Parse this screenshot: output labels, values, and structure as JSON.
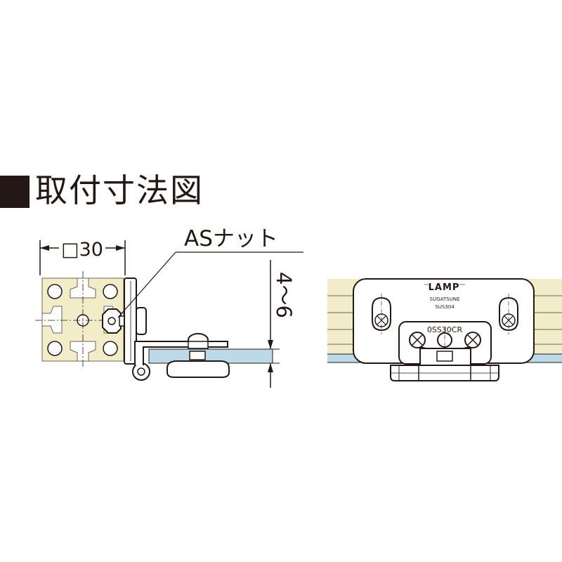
{
  "title": "取付寸法図",
  "labels": {
    "profile_size": "□30",
    "nut_callout": "ASナット",
    "thickness_range": "4〜6",
    "logo": "LAMP",
    "plate_line_1": "SUGATSUNE",
    "plate_line_2": "SUS304",
    "model": "0SS30CR"
  },
  "colors": {
    "ink": "#231815",
    "aluminum_profile": "#f3ecc8",
    "glass": "#bcd9e8",
    "panel": "#f3ecc8",
    "metal": "#ffffff"
  }
}
